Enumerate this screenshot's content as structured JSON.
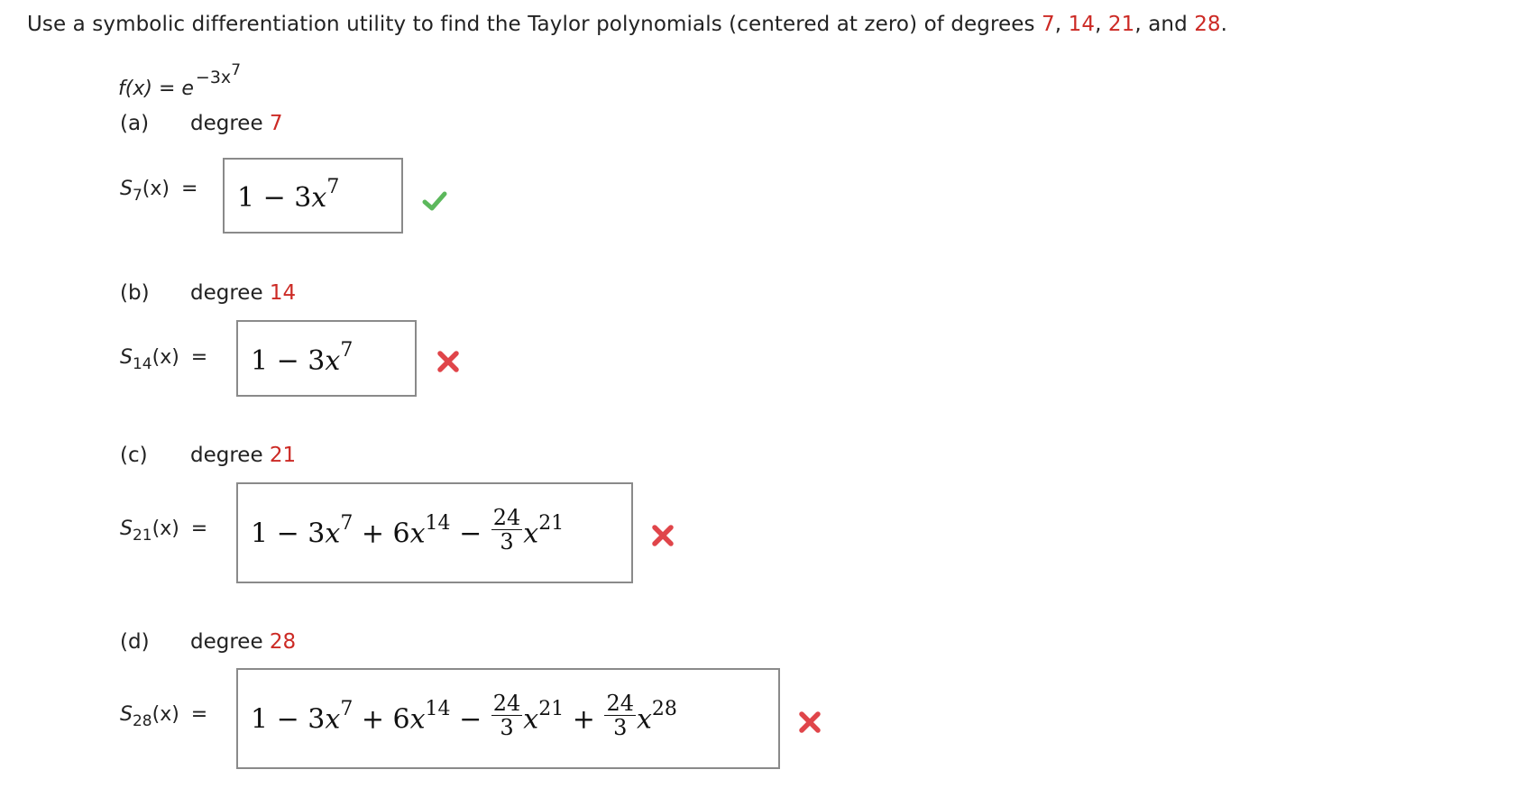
{
  "question": {
    "prefix": "Use a symbolic differentiation utility to find the Taylor polynomials (centered at zero) of degrees ",
    "deg1": "7",
    "sep1": ", ",
    "deg2": "14",
    "sep2": ", ",
    "deg3": "21",
    "sep3": ", and ",
    "deg4": "28",
    "suffix": "."
  },
  "function": {
    "lhs": "f(x)",
    "equals": "=",
    "base": "e",
    "exponent": "−3x",
    "exponent_power": "7"
  },
  "parts": [
    {
      "letter": "(a)",
      "degree_word": "degree",
      "degree": "7",
      "lhs_name": "S",
      "lhs_sub": "7",
      "lhs_arg": "(x)",
      "equals": "=",
      "answer": {
        "t1": "1 − 3",
        "x": "x",
        "e1": "7"
      },
      "status": "correct"
    },
    {
      "letter": "(b)",
      "degree_word": "degree",
      "degree": "14",
      "lhs_name": "S",
      "lhs_sub": "14",
      "lhs_arg": "(x)",
      "equals": "=",
      "answer": {
        "t1": "1 − 3",
        "x": "x",
        "e1": "7"
      },
      "status": "incorrect"
    },
    {
      "letter": "(c)",
      "degree_word": "degree",
      "degree": "21",
      "lhs_name": "S",
      "lhs_sub": "21",
      "lhs_arg": "(x)",
      "equals": "=",
      "answer": {
        "t1": "1 − 3",
        "x1": "x",
        "e1": "7",
        "t2": " + 6",
        "x2": "x",
        "e2": "14",
        "t3": " − ",
        "num3": "24",
        "den3": "3",
        "x3": "x",
        "e3": "21"
      },
      "status": "incorrect"
    },
    {
      "letter": "(d)",
      "degree_word": "degree",
      "degree": "28",
      "lhs_name": "S",
      "lhs_sub": "28",
      "lhs_arg": "(x)",
      "equals": "=",
      "answer": {
        "t1": "1 − 3",
        "x1": "x",
        "e1": "7",
        "t2": " + 6",
        "x2": "x",
        "e2": "14",
        "t3": " − ",
        "num3": "24",
        "den3": "3",
        "x3": "x",
        "e3": "21",
        "t4": " + ",
        "num4": "24",
        "den4": "3",
        "x4": "x",
        "e4": "28"
      },
      "status": "incorrect"
    }
  ],
  "icons": {
    "correct": "check-icon",
    "incorrect": "x-icon"
  },
  "colors": {
    "highlight": "#cc2a25",
    "check": "#5cb85c",
    "cross": "#e0454a",
    "box_border": "#8a8a8a"
  }
}
